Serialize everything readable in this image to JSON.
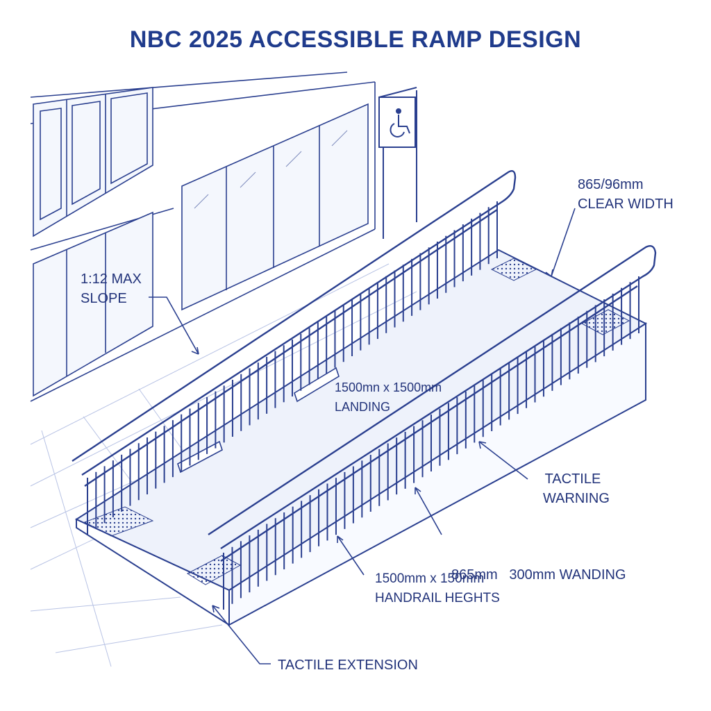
{
  "title": "NBC 2025 ACCESSIBLE RAMP DESIGN",
  "labels": {
    "clear_width": [
      "865/96mm",
      "CLEAR WIDTH"
    ],
    "slope": [
      "1:12 MAX",
      "SLOPE"
    ],
    "landing": [
      "1500mn x 1500mm",
      "LANDING"
    ],
    "tactile_warning": [
      "TACTILE",
      "WARNING"
    ],
    "wanding": [
      "865mm   300mm WANDING"
    ],
    "handrail_heights": [
      "1500mm x 150mm",
      "HANDRAIL HEGHTS"
    ],
    "tactile_extension": [
      "TACTILE EXTENSION"
    ]
  },
  "icons": {
    "wheelchair_sign": "wheelchair-icon"
  },
  "colors": {
    "ink": "#2a3f8f",
    "title": "#1f3b8c",
    "fill_light": "#eef2fb"
  }
}
